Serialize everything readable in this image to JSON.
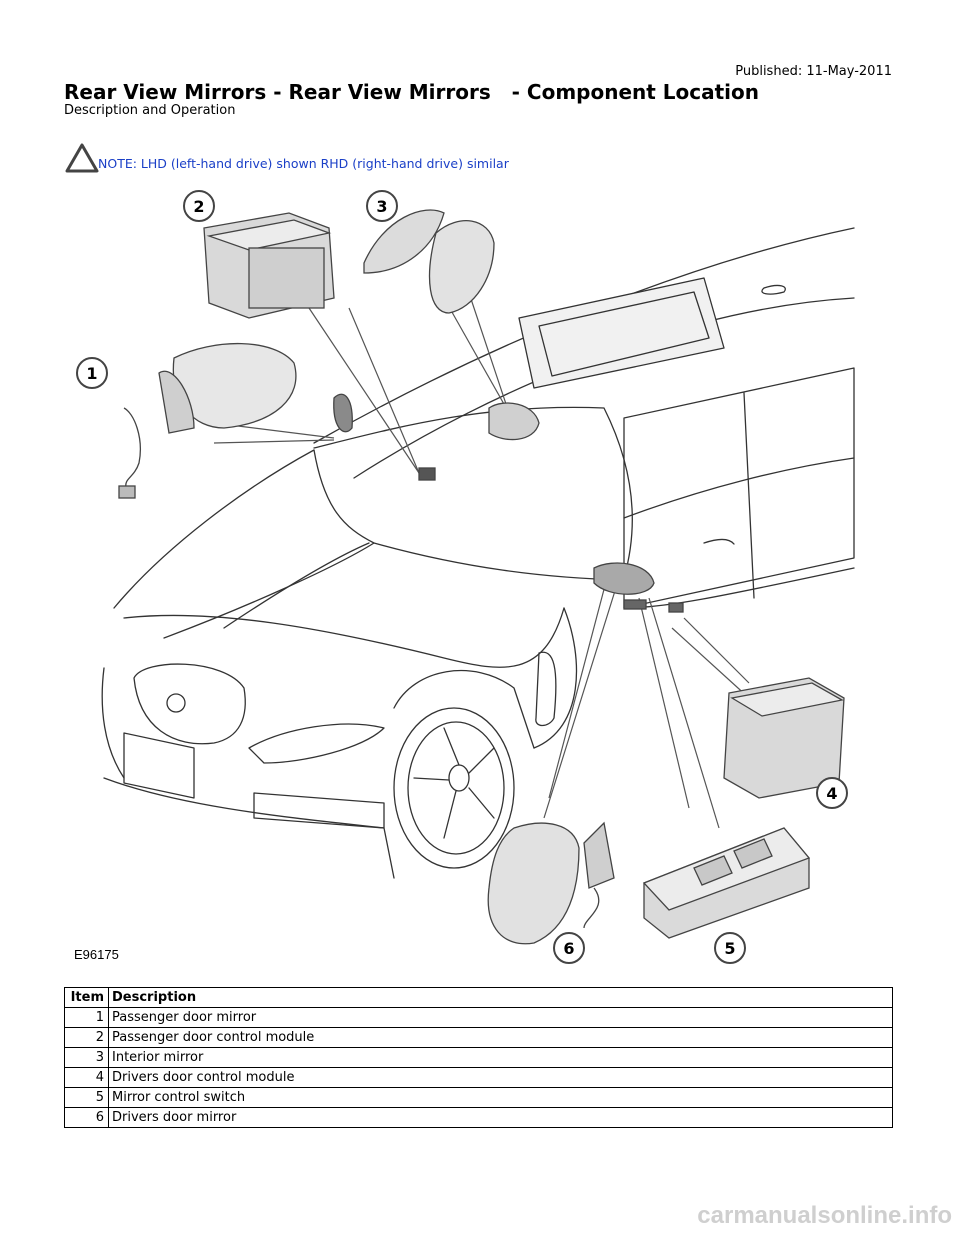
{
  "header": {
    "published": "Published: 11-May-2011",
    "title": "Rear View Mirrors - Rear View Mirrors   - Component Location",
    "subtitle": "Description and Operation"
  },
  "note": {
    "icon": "warning-triangle-icon",
    "text": "NOTE: LHD (left-hand drive) shown RHD (right-hand drive) similar"
  },
  "figure": {
    "id": "E96175",
    "callouts": [
      "1",
      "2",
      "3",
      "4",
      "5",
      "6"
    ]
  },
  "table": {
    "headers": [
      "Item",
      "Description"
    ],
    "rows": [
      {
        "item": "1",
        "description": "Passenger door mirror"
      },
      {
        "item": "2",
        "description": "Passenger door control module"
      },
      {
        "item": "3",
        "description": "Interior mirror"
      },
      {
        "item": "4",
        "description": "Drivers door control module"
      },
      {
        "item": "5",
        "description": "Mirror control switch"
      },
      {
        "item": "6",
        "description": "Drivers door mirror"
      }
    ]
  },
  "watermark": "carmanualsonline.info"
}
